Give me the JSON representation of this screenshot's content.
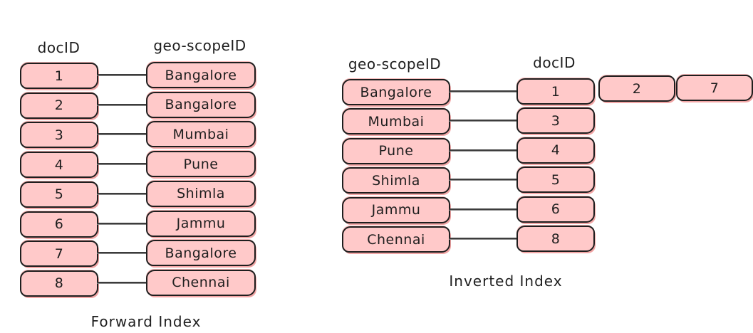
{
  "colors": {
    "background": "#ffffff",
    "box_fill": "#ffc9c9",
    "box_border": "#1e1e1e",
    "box_shadow": "#f2a6a6",
    "connector": "#3c3c3c",
    "text": "#1e1e1e"
  },
  "forward_index": {
    "caption": "Forward Index",
    "doc_header": "docID",
    "geo_header": "geo-scopeID",
    "rows": [
      {
        "doc_id": "1",
        "geo": "Bangalore"
      },
      {
        "doc_id": "2",
        "geo": "Bangalore"
      },
      {
        "doc_id": "3",
        "geo": "Mumbai"
      },
      {
        "doc_id": "4",
        "geo": "Pune"
      },
      {
        "doc_id": "5",
        "geo": "Shimla"
      },
      {
        "doc_id": "6",
        "geo": "Jammu"
      },
      {
        "doc_id": "7",
        "geo": "Bangalore"
      },
      {
        "doc_id": "8",
        "geo": "Chennai"
      }
    ]
  },
  "inverted_index": {
    "caption": "Inverted Index",
    "geo_header": "geo-scopeID",
    "doc_header": "docID",
    "rows": [
      {
        "geo": "Bangalore",
        "doc_ids": [
          "1",
          "2",
          "7"
        ]
      },
      {
        "geo": "Mumbai",
        "doc_ids": [
          "3"
        ]
      },
      {
        "geo": "Pune",
        "doc_ids": [
          "4"
        ]
      },
      {
        "geo": "Shimla",
        "doc_ids": [
          "5"
        ]
      },
      {
        "geo": "Jammu",
        "doc_ids": [
          "6"
        ]
      },
      {
        "geo": "Chennai",
        "doc_ids": [
          "8"
        ]
      }
    ]
  }
}
